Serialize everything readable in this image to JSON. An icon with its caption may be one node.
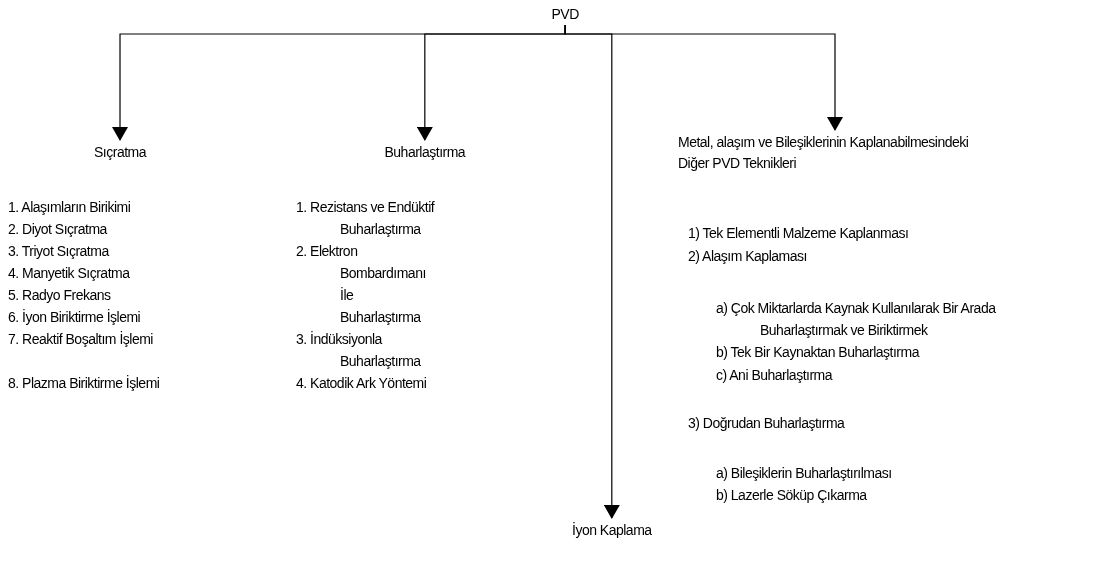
{
  "diagram": {
    "nodes": [
      {
        "text": [
          "PVD"
        ]
      },
      {
        "text": [
          "Sıçratma"
        ]
      },
      {
        "text": [
          "Buharlaştırma"
        ]
      },
      {
        "text": [
          "İyon Kaplama"
        ]
      },
      {
        "text": [
          "Metal, alaşım ve Bileşiklerinin Kaplanabilmesindeki Diğer PVD Teknikleri"
        ]
      }
    ],
    "edges": [
      {
        "from": 0,
        "to": 1,
        "arrow": "to"
      },
      {
        "from": 0,
        "to": 2,
        "arrow": "to"
      },
      {
        "from": 0,
        "to": 3,
        "arrow": "to"
      },
      {
        "from": 0,
        "to": 4,
        "arrow": "to"
      }
    ],
    "labels": [
      "1. Alaşımların Birikimi",
      "2. Diyot Sıçratma",
      "3. Triyot Sıçratma",
      "4. Manyetik Sıçratma",
      "5. Radyo Frekans",
      "6. İyon Biriktirme İşlemi",
      "7. Reaktif Boşaltım İşlemi",
      "8. Plazma Biriktirme İşlemi",
      "1. Rezistans ve Endüktif Buharlaştırma",
      "2. Elektron Bombardımanı İle Buharlaştırma",
      "3. İndüksiyonla Buharlaştırma",
      "4. Katodik Ark Yöntemi",
      "1) Tek Elementli Malzeme Kaplanması",
      "2) Alaşım Kaplaması",
      "a) Çok Miktarlarda Kaynak Kullanılarak Bir Arada Buharlaştırmak ve Biriktirmek",
      "b) Tek Bir Kaynaktan Buharlaştırma",
      "c) Ani Buharlaştırma",
      "3) Doğrudan Buharlaştırma",
      "a) Bileşiklerin Buharlaştırılması",
      "b) Lazerle Söküp Çıkarma"
    ]
  }
}
